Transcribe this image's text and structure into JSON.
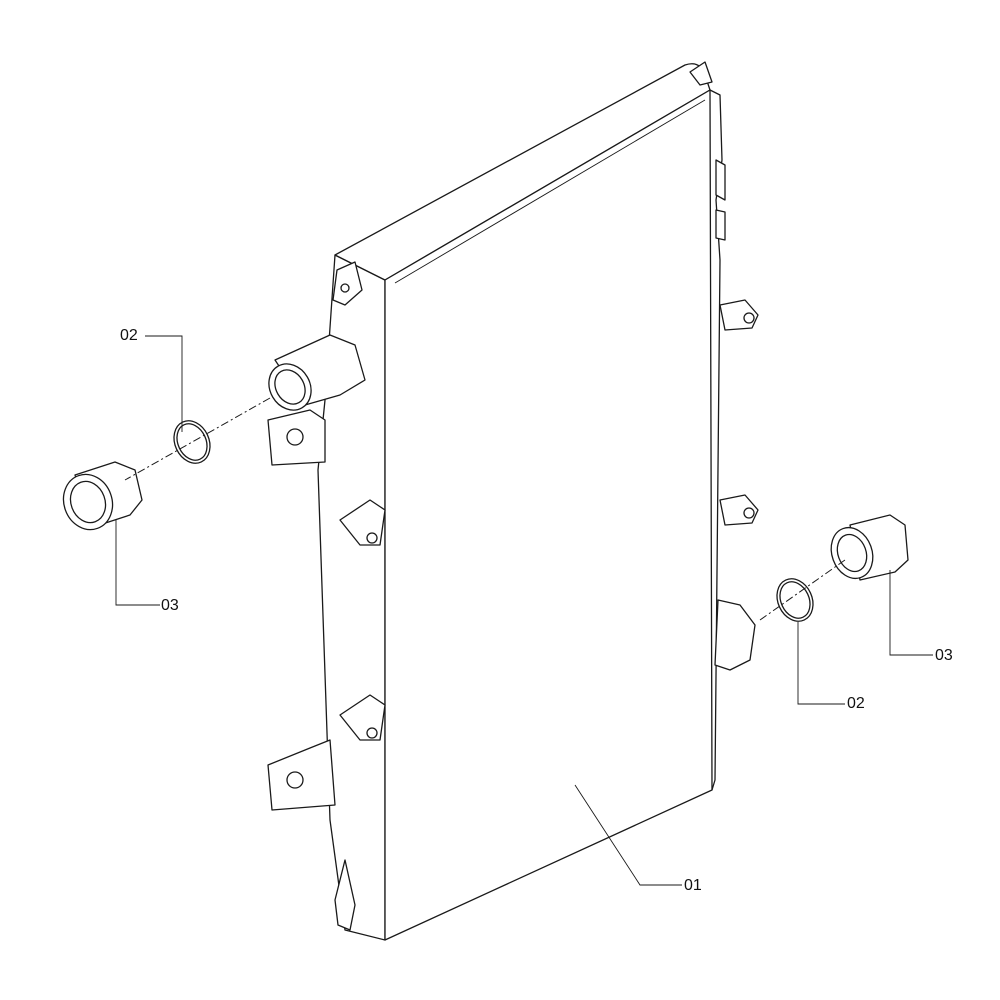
{
  "diagram": {
    "type": "exploded parts drawing",
    "callouts": [
      {
        "id": "left_oring",
        "label": "02"
      },
      {
        "id": "left_fitting",
        "label": "03"
      },
      {
        "id": "right_fitting",
        "label": "03"
      },
      {
        "id": "right_oring",
        "label": "02"
      },
      {
        "id": "radiator",
        "label": "01"
      }
    ]
  }
}
